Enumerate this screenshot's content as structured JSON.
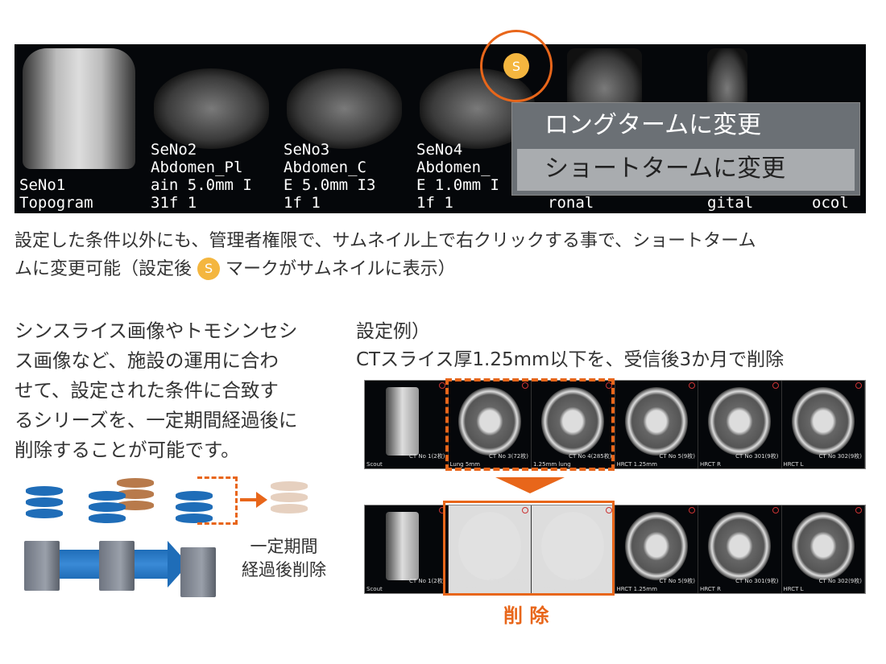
{
  "viewer": {
    "thumbs": [
      {
        "label": "SeNo1\nTopogram"
      },
      {
        "label": "SeNo2\nAbdomen_Pl\nain 5.0mm I\n31f 1"
      },
      {
        "label": "SeNo3\nAbdomen_C\nE 5.0mm I3\n1f 1"
      },
      {
        "label": "SeNo4\nAbdomen_\nE 1.0mm I\n1f 1"
      },
      {
        "label": "ronal"
      },
      {
        "label": "gital"
      },
      {
        "label": "ocol"
      }
    ],
    "badge": "S",
    "menu": [
      "ロングタームに変更",
      "ショートタームに変更"
    ]
  },
  "caption1": "設定した条件以外にも、管理者権限で、サムネイル上で右クリックする事で、ショートターム",
  "caption2a": "ムに変更可能（設定後",
  "caption2b": "マークがサムネイルに表示）",
  "left_text": [
    "シンスライス画像やトモシンセシ",
    "ス画像など、施設の運用に合わ",
    "せて、設定された条件に合致す",
    "るシリーズを、一定期間経過後に",
    "削除することが可能です。"
  ],
  "diagram_label": [
    "一定期間",
    "経過後削除"
  ],
  "example_title": "設定例）",
  "example_desc": "CTスライス厚1.25mm以下を、受信後3か月で削除",
  "ct_series": [
    {
      "name": "Scout",
      "info": "CT No 1(2枚)"
    },
    {
      "name": "Lung 5mm",
      "info": "CT No 3(72枚)"
    },
    {
      "name": "1.25mm lung",
      "info": "CT No 4(285枚)"
    },
    {
      "name": "HRCT 1.25mm",
      "info": "CT No 5(9枚)"
    },
    {
      "name": "HRCT R",
      "info": "CT No 301(9枚)"
    },
    {
      "name": "HRCT L",
      "info": "CT No 302(9枚)"
    }
  ],
  "delete_label": "削 除",
  "colors": {
    "accent": "#e8661a",
    "badge": "#f4b63f",
    "db_blue": "#1f6db8",
    "db_brown": "#b87a4b"
  }
}
